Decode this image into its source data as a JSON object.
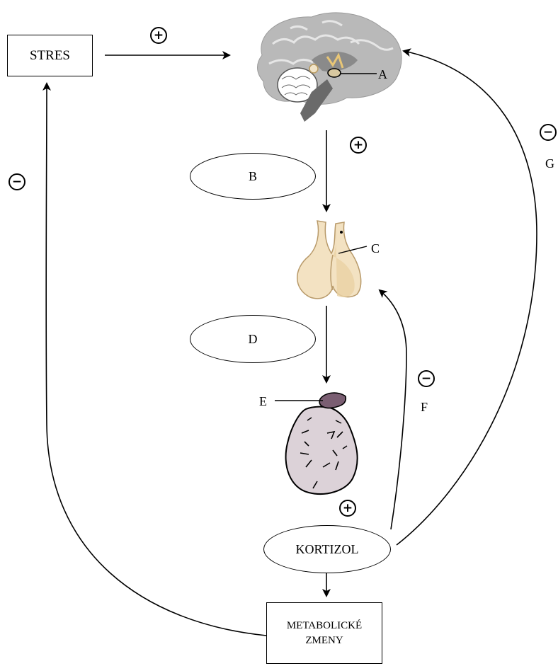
{
  "nodes": {
    "stres": "STRES",
    "b": "B",
    "d": "D",
    "kortizol": "KORTIZOL",
    "metabolic_line1": "METABOLICKÉ",
    "metabolic_line2": "ZMENY"
  },
  "labels": {
    "a": "A",
    "c": "C",
    "e": "E",
    "f": "F",
    "g": "G"
  },
  "signs": {
    "stres_to_brain": "+",
    "brain_to_pituitary": "+",
    "adrenal_to_kortizol": "+",
    "kortizol_to_pituitary": "−",
    "kortizol_to_brain": "−",
    "metabolic_to_stres": "−"
  },
  "colors": {
    "brain": "#b9b9b9",
    "pituitary": "#f3e2c2",
    "adrenal_gland": "#dcd2d8",
    "adrenal_cap": "#7a5e72"
  }
}
